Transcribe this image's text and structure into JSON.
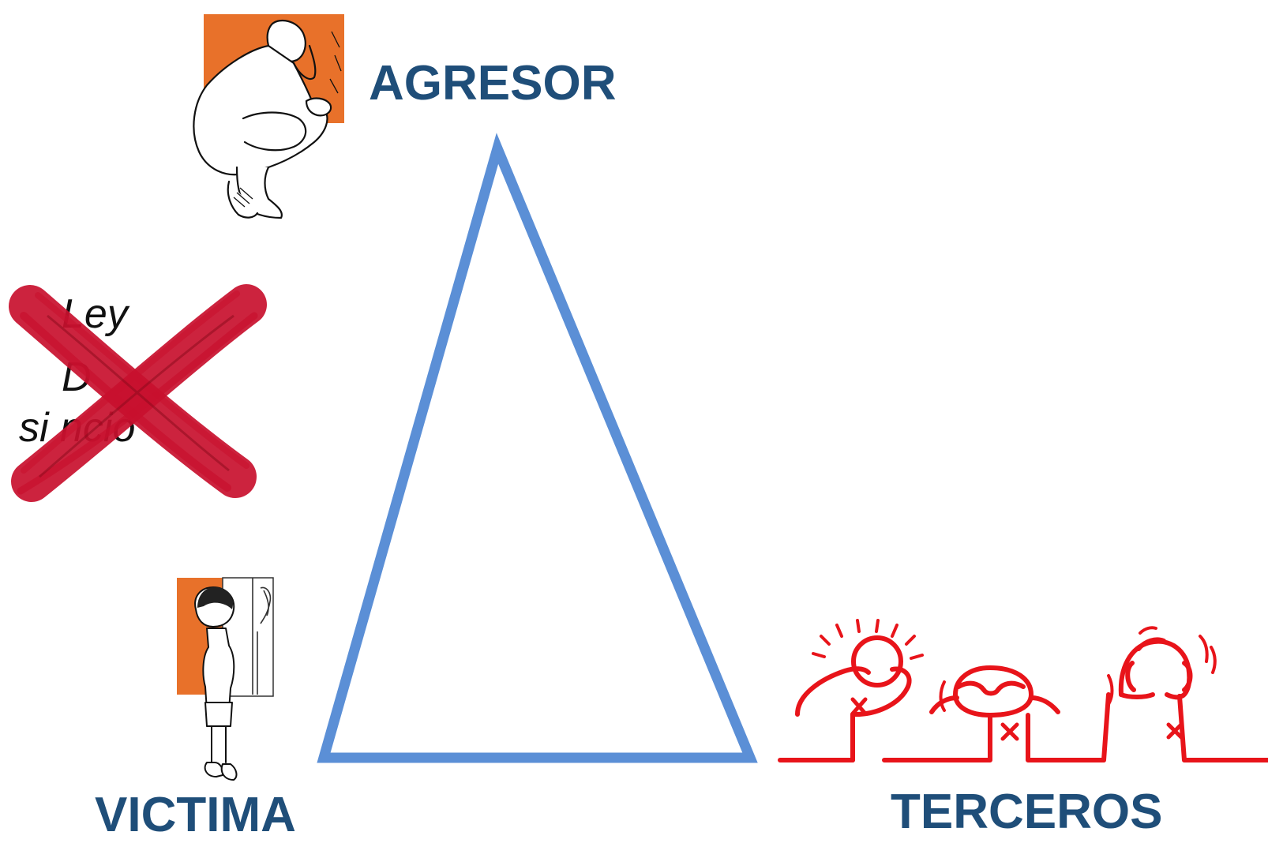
{
  "roles": {
    "agresor": "AGRESOR",
    "victima": "VICTIMA",
    "terceros": "TERCEROS"
  },
  "crossed_out_text": {
    "line1": "Ley",
    "line2": "D",
    "line3": "si   ncio"
  },
  "icons": {
    "agresor": "crouching-person-illustration-icon",
    "victima": "boy-facing-wall-illustration-icon",
    "terceros": "see-hear-speak-no-evil-figures-icon",
    "cross": "red-brush-x-icon"
  },
  "colors": {
    "label": "#1f4e79",
    "triangle": "#5b8fd6",
    "cross": "#c8102e",
    "bystanders": "#e8141a",
    "illustration_accent": "#e8712a"
  }
}
